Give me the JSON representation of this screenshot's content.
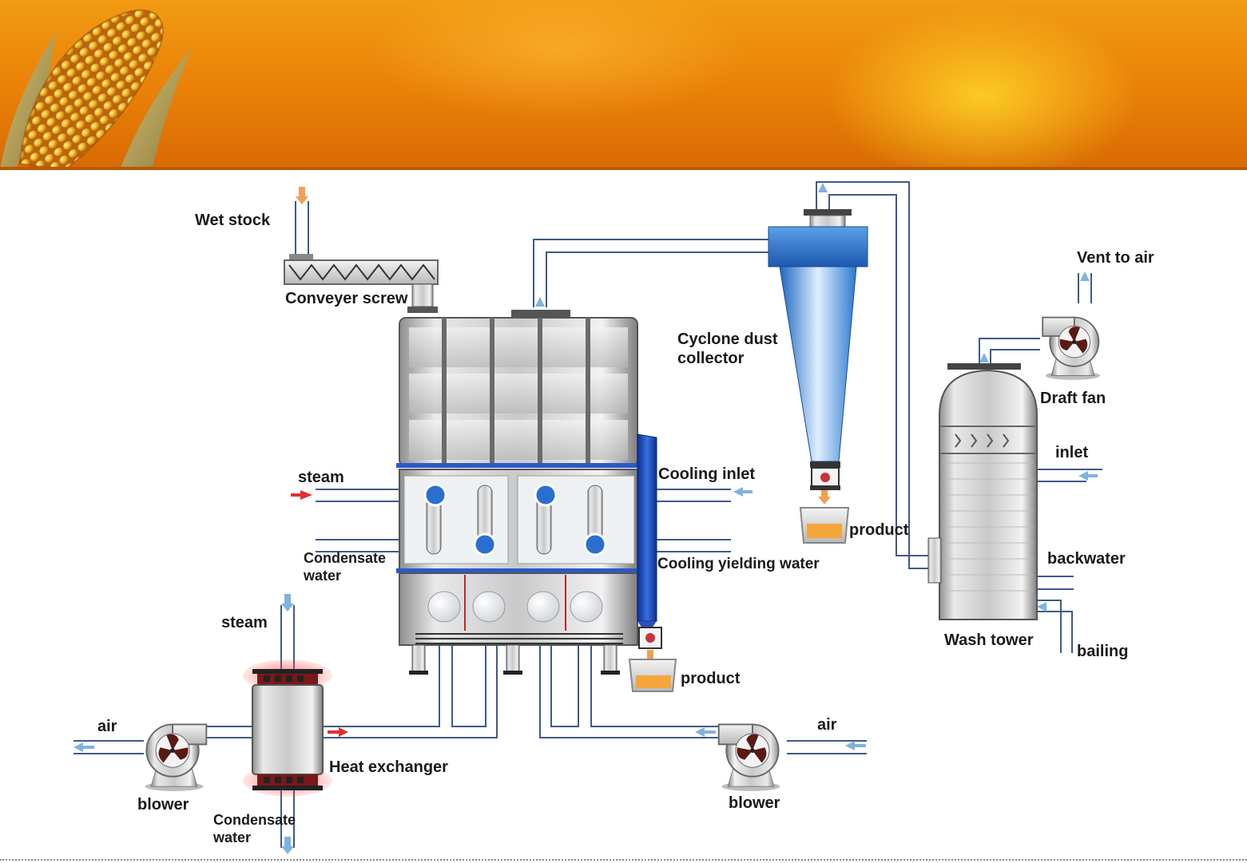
{
  "labels": {
    "wet_stock": "Wet stock",
    "conveyer_screw": "Conveyer screw",
    "cyclone_line1": "Cyclone dust",
    "cyclone_line2": "collector",
    "vent_to_air": "Vent to air",
    "draft_fan": "Draft fan",
    "steam_top": "steam",
    "cooling_inlet": "Cooling inlet",
    "inlet": "inlet",
    "product_cyclone": "product",
    "condensate_line1": "Condensate",
    "condensate_line2": "water",
    "cooling_yielding": "Cooling yielding water",
    "backwater": "backwater",
    "wash_tower": "Wash tower",
    "bailing": "bailing",
    "steam_bottom": "steam",
    "product_dryer": "product",
    "air_left": "air",
    "air_right": "air",
    "heat_exchanger": "Heat exchanger",
    "blower_left": "blower",
    "blower_right": "blower",
    "condensate_bottom_line1": "Condensate",
    "condensate_bottom_line2": "water"
  },
  "colors": {
    "pipe": "#3f5a88",
    "flow_arrow_air": "#7fb2e0",
    "flow_arrow_steam": "#e23030",
    "flow_arrow_feed": "#f0a050",
    "dryer_blue": "#1e4fb8",
    "cyclone_blue": "#2a6fc4",
    "product_orange": "#f3a63c"
  },
  "icons": {
    "fan": "fan-icon",
    "banner": "corn-cob-icon"
  }
}
